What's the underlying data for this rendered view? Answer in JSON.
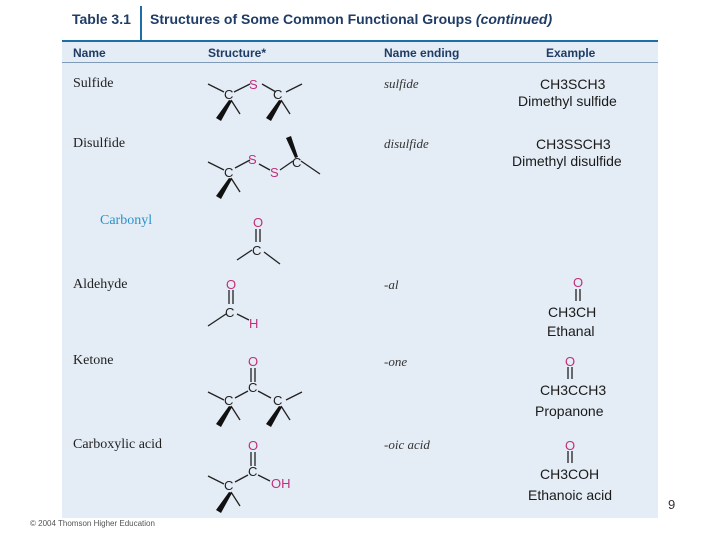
{
  "table": {
    "number": "Table 3.1",
    "title_main": "Structures of Some Common Functional Groups ",
    "title_cont": "(continued)"
  },
  "headers": {
    "name": "Name",
    "structure": "Structure*",
    "ending": "Name ending",
    "example": "Example"
  },
  "rows": [
    {
      "name": "Sulfide",
      "ending": "sulfide",
      "ex_formula": "CH3SCH3",
      "ex_name": "Dimethyl sulfide"
    },
    {
      "name": "Disulfide",
      "ending": "disulfide",
      "ex_formula": "CH3SSCH3",
      "ex_name": "Dimethyl disulfide"
    },
    {
      "name": "Carbonyl",
      "ending": "",
      "ex_formula": "",
      "ex_name": ""
    },
    {
      "name": "Aldehyde",
      "ending": "-al",
      "ex_formula": "CH3CH",
      "ex_name": "Ethanal"
    },
    {
      "name": "Ketone",
      "ending": "-one",
      "ex_formula": "CH3CCH3",
      "ex_name": "Propanone"
    },
    {
      "name": "Carboxylic acid",
      "ending": "-oic acid",
      "ex_formula": "CH3COH",
      "ex_name": "Ethanoic acid"
    }
  ],
  "atoms": {
    "S": "S",
    "C": "C",
    "O": "O",
    "H": "H",
    "OH": "OH",
    "eq": "="
  },
  "page_number": "9",
  "copyright": "© 2004 Thomson Higher Education",
  "colors": {
    "title": "#1f3c66",
    "accent": "#1b6ea6",
    "panel": "#e4ecf5",
    "heteroatom": "#c0307a",
    "carbonyl_label": "#2a92c9"
  }
}
